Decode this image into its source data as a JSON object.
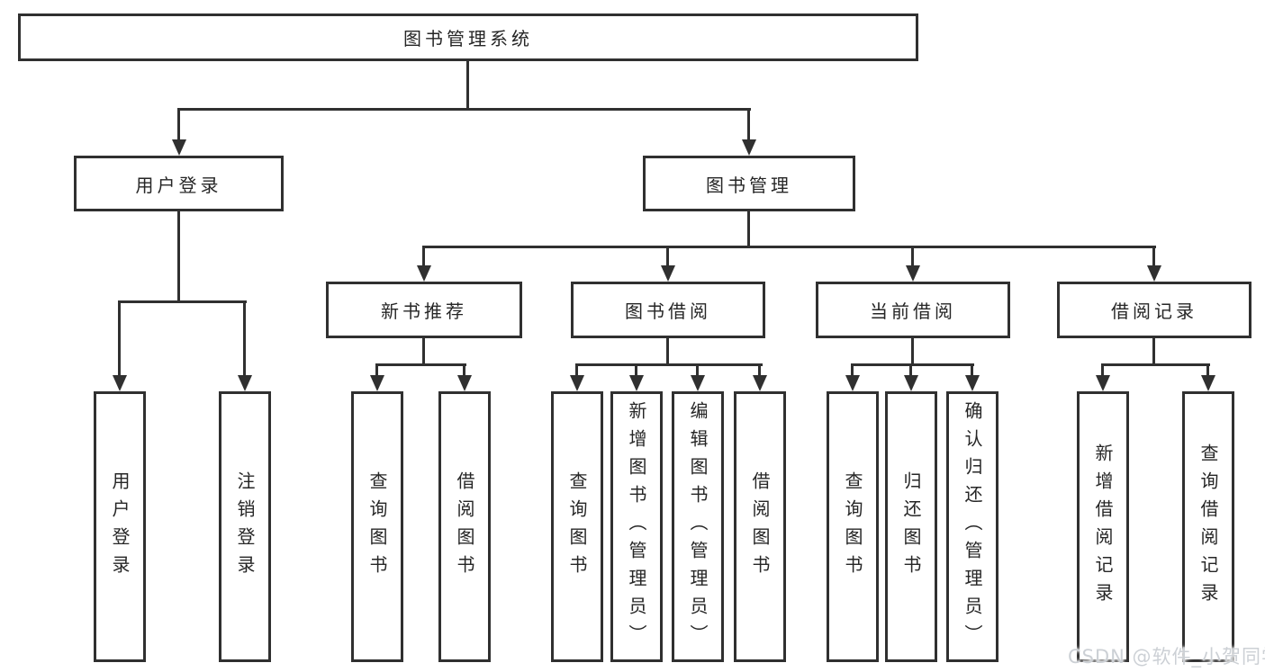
{
  "diagram": {
    "title": "图书管理系统",
    "root": {
      "label": "图书管理系统"
    },
    "level2": [
      {
        "label": "用户登录"
      },
      {
        "label": "图书管理"
      }
    ],
    "level3": [
      {
        "label": "新书推荐"
      },
      {
        "label": "图书借阅"
      },
      {
        "label": "当前借阅"
      },
      {
        "label": "借阅记录"
      }
    ],
    "leaves": {
      "user_login": [
        "用户登录",
        "注销登录"
      ],
      "new_book": [
        "查询图书",
        "借阅图书"
      ],
      "book_borrow": [
        "查询图书",
        "新增图书（管理员）",
        "编辑图书（管理员）",
        "借阅图书"
      ],
      "current_borrow": [
        "查询图书",
        "归还图书",
        "确认归还（管理员）"
      ],
      "borrow_record": [
        "新增借阅记录",
        "查询借阅记录"
      ]
    }
  },
  "watermark": {
    "text": "CSDN @软件_小贺同学"
  },
  "colors": {
    "line": "#303030",
    "text": "#262626",
    "background": "#ffffff",
    "watermark": "#ccd0d5"
  }
}
